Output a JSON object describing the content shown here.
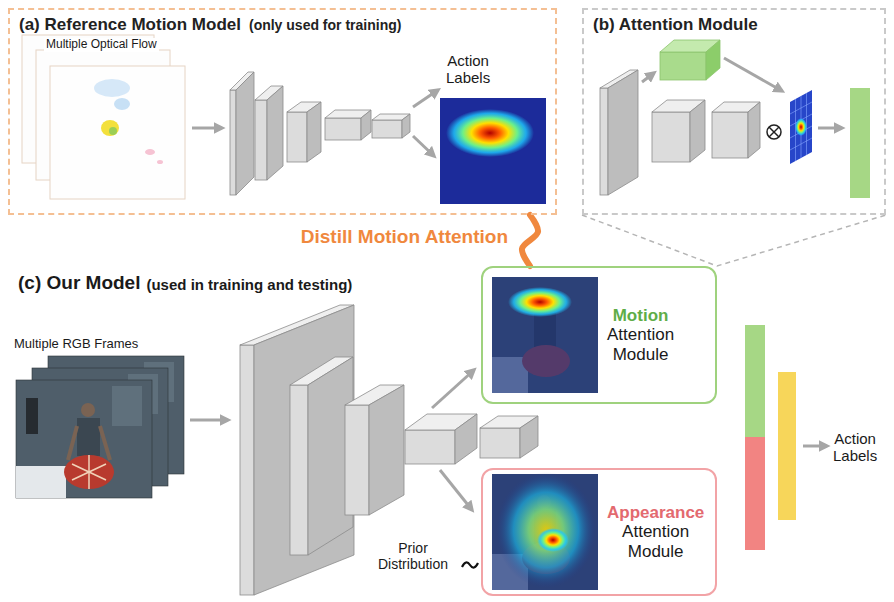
{
  "diagram": {
    "nodes": [
      {
        "text": [
          "(a) Reference Motion Model",
          "(only used for training)"
        ]
      },
      {
        "text": [
          "(b) Attention Module"
        ]
      },
      {
        "text": [
          "Motion",
          "Attention Module"
        ]
      },
      {
        "text": [
          "Appearance",
          "Attention Module"
        ]
      }
    ],
    "edges": [
      {
        "from": 0,
        "to": 2,
        "arrow": "none",
        "label": "Distill Motion Attention"
      },
      {
        "from": 1,
        "to": 2,
        "arrow": "none"
      }
    ],
    "labels": [
      "Multiple Optical Flow",
      "Action Labels",
      "(c) Our Model",
      "(used in training and testing)",
      "Multiple RGB Frames",
      "Prior Distribution",
      "Action Labels"
    ]
  }
}
